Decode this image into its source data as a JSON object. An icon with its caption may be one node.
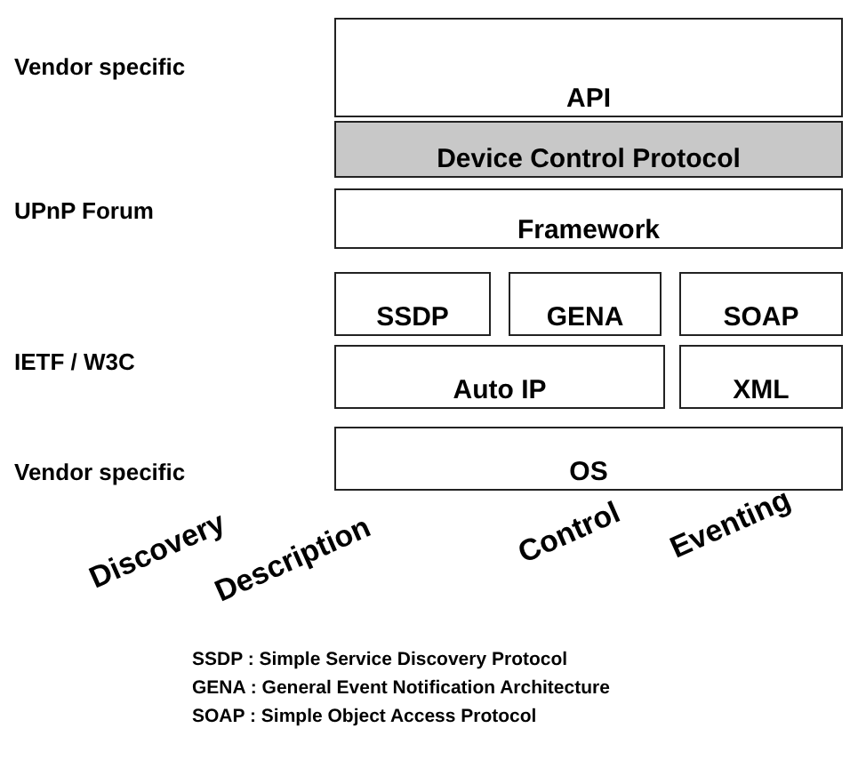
{
  "diagram": {
    "nodes": [
      {
        "text": [
          "API"
        ]
      },
      {
        "text": [
          "Device Control Protocol"
        ]
      },
      {
        "text": [
          "Framework"
        ]
      },
      {
        "text": [
          "SSDP"
        ]
      },
      {
        "text": [
          "GENA"
        ]
      },
      {
        "text": [
          "SOAP"
        ]
      },
      {
        "text": [
          "Auto IP"
        ]
      },
      {
        "text": [
          "XML"
        ]
      },
      {
        "text": [
          "OS"
        ]
      }
    ],
    "labels": [
      "Vendor specific",
      "UPnP Forum",
      "IETF / W3C",
      "Vendor specific",
      "Discovery",
      "Description",
      "Control",
      "Eventing",
      "SSDP : Simple Service Discovery Protocol",
      "GENA : General Event Notification Architecture",
      "SOAP : Simple Object Access Protocol"
    ]
  }
}
